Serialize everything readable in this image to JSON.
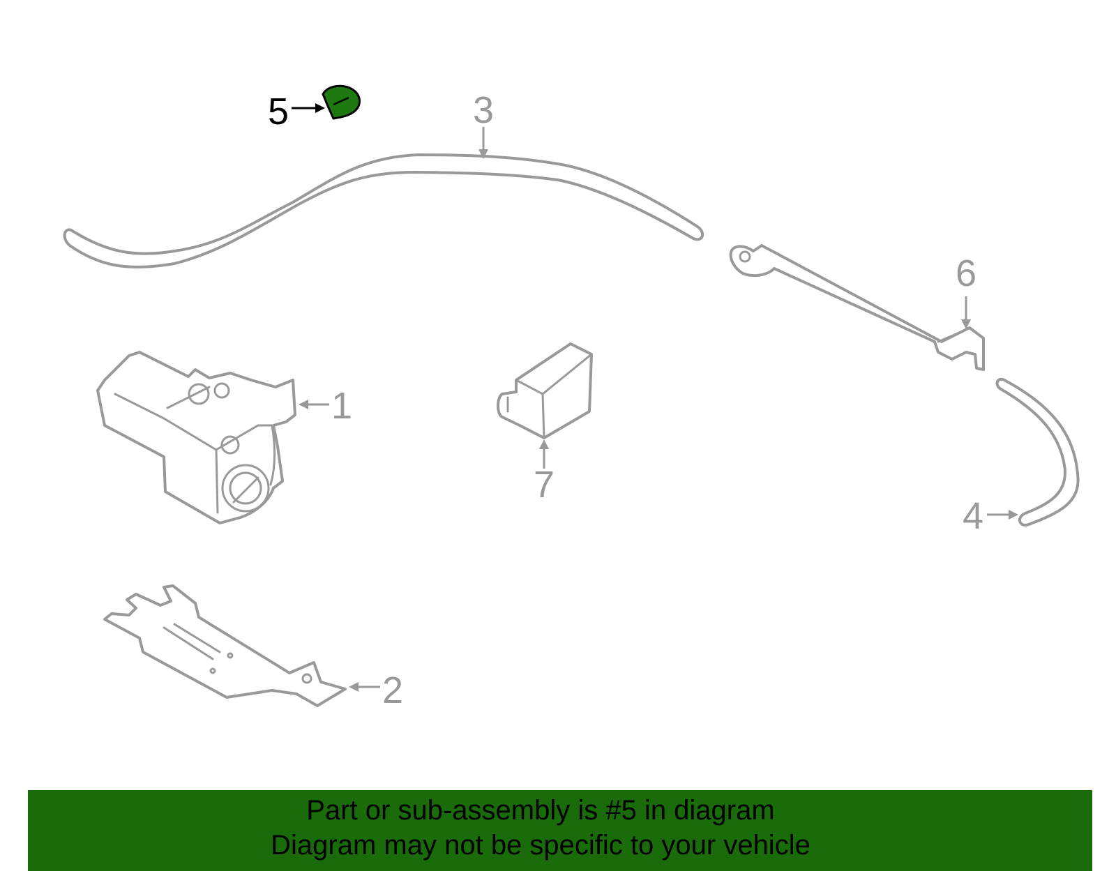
{
  "callouts": {
    "p1": "1",
    "p2": "2",
    "p3": "3",
    "p4": "4",
    "p5": "5",
    "p6": "6",
    "p7": "7"
  },
  "highlighted_part": "5",
  "colors": {
    "line": "#999999",
    "highlight_fill": "#1e7a10",
    "banner_bg": "#1a6b0a",
    "text": "#000000"
  },
  "banner": {
    "line1": "Part or sub-assembly is #5 in diagram",
    "line2": "Diagram may not be specific to your vehicle"
  }
}
